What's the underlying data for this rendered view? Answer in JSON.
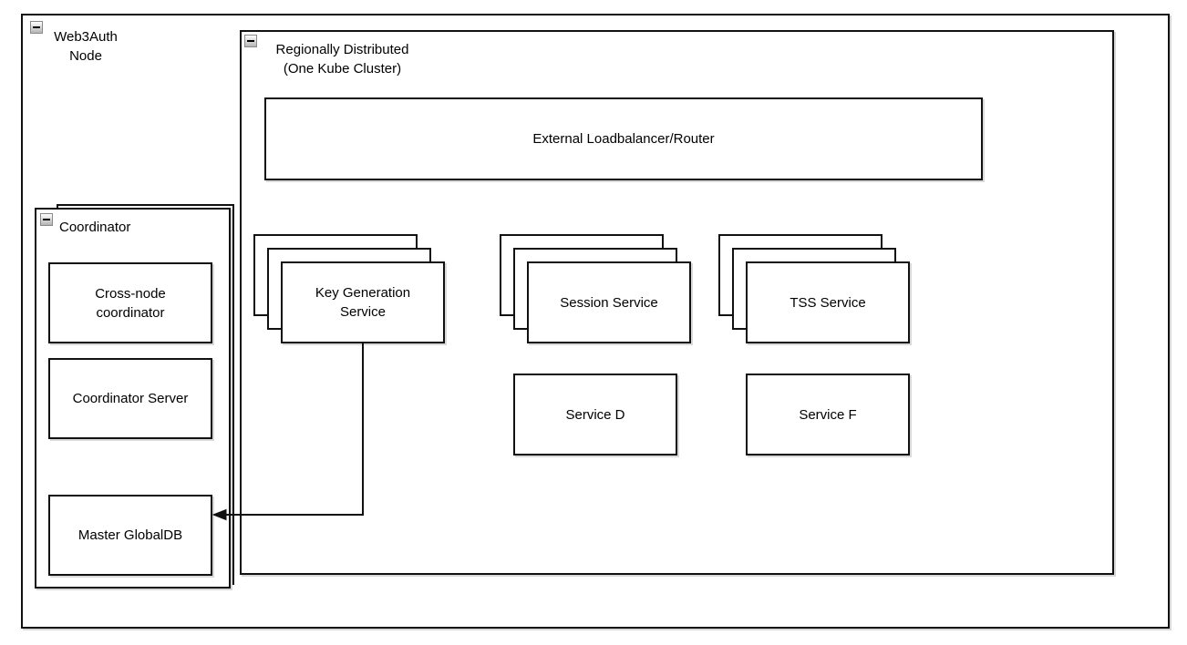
{
  "colors": {
    "stroke": "#111111",
    "fill": "#ffffff",
    "shadow": "#d9d9d9",
    "icon_border": "#8a8a8a"
  },
  "containers": {
    "web3auth_node": {
      "label_line1": "Web3Auth",
      "label_line2": "Node"
    },
    "regionally_distributed": {
      "label_line1": "Regionally Distributed",
      "label_line2": "(One Kube Cluster)"
    },
    "coordinator": {
      "label": "Coordinator"
    }
  },
  "nodes": {
    "external_loadbalancer": {
      "label": "External Loadbalancer/Router"
    },
    "key_generation_service": {
      "label_line1": "Key Generation",
      "label_line2": "Service"
    },
    "session_service": {
      "label": "Session Service"
    },
    "tss_service": {
      "label": "TSS Service"
    },
    "service_d": {
      "label": "Service D"
    },
    "service_f": {
      "label": "Service F"
    },
    "cross_node_coordinator": {
      "label_line1": "Cross-node",
      "label_line2": "coordinator"
    },
    "coordinator_server": {
      "label": "Coordinator Server"
    },
    "master_globaldb": {
      "label": "Master GlobalDB"
    }
  },
  "edges": {
    "keygen_to_masterdb": {
      "from": "key_generation_service",
      "to": "master_globaldb",
      "style": "orthogonal-arrow"
    }
  },
  "icons": {
    "collapse": "minus"
  }
}
